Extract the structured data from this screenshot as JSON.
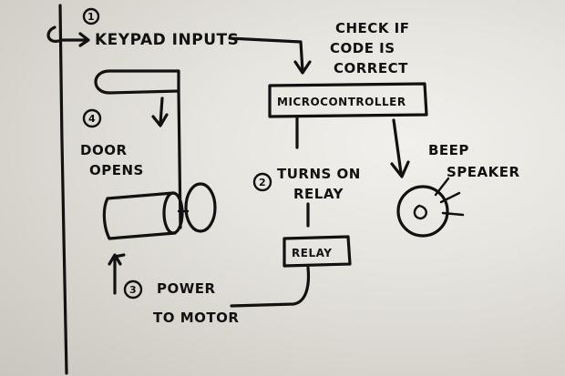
{
  "steps": {
    "step1": {
      "number": "1",
      "label": "KEYPAD INPUTS"
    },
    "step2": {
      "number": "2",
      "line1": "TURNS ON",
      "line2": "RELAY"
    },
    "step3": {
      "number": "3",
      "line1": "POWER",
      "line2": "TO MOTOR"
    },
    "step4": {
      "number": "4",
      "line1": "DOOR",
      "line2": "OPENS"
    }
  },
  "check": {
    "line1": "CHECK IF",
    "line2": "CODE IS",
    "line3": "CORRECT"
  },
  "microcontroller": {
    "label": "MICROCONTROLLER"
  },
  "relay": {
    "label": "RELAY"
  },
  "speaker": {
    "line1": "BEEP",
    "line2": "SPEAKER"
  }
}
